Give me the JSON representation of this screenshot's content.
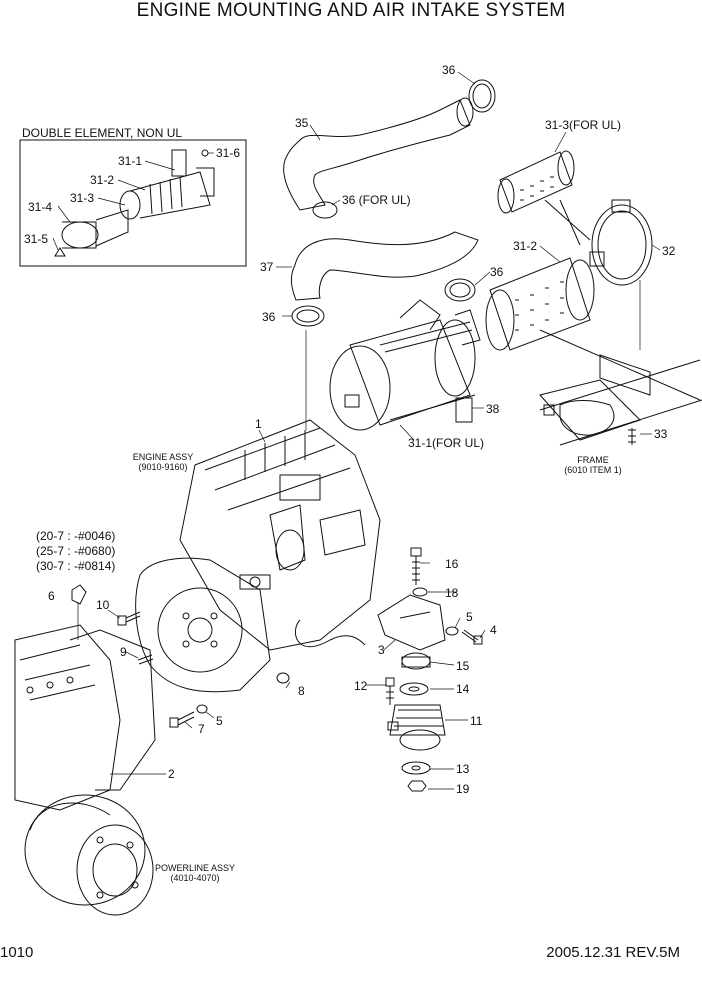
{
  "title": "ENGINE MOUNTING AND AIR INTAKE SYSTEM",
  "inset_title": "DOUBLE ELEMENT, NON UL",
  "page_number": "1010",
  "revision": "2005.12.31  REV.5M",
  "engine_assy": {
    "line1": "ENGINE ASSY",
    "line2": "(9010-9160)"
  },
  "frame": {
    "line1": "FRAME",
    "line2": "(6010 ITEM 1)"
  },
  "powerline": {
    "line1": "POWERLINE ASSY",
    "line2": "(4010-4070)"
  },
  "serial_notes": [
    "(20-7 : -#0046)",
    "(25-7 : -#0680)",
    "(30-7 : -#0814)"
  ],
  "callouts": {
    "c31_1": "31-1",
    "c31_2": "31-2",
    "c31_3": "31-3",
    "c31_4": "31-4",
    "c31_5": "31-5",
    "c31_6": "31-6",
    "c36a": "36",
    "c35": "35",
    "c31_3ul": "31-3(FOR UL)",
    "c36ul": "36 (FOR UL)",
    "c32": "32",
    "c31_2b": "31-2",
    "c37": "37",
    "c36b": "36",
    "c36c": "36",
    "c38": "38",
    "c31_1ul": "31-1(FOR UL)",
    "c33": "33",
    "c1": "1",
    "c6": "6",
    "c10": "10",
    "c9": "9",
    "c16": "16",
    "c18": "18",
    "c5a": "5",
    "c4": "4",
    "c3": "3",
    "c15": "15",
    "c12": "12",
    "c14": "14",
    "c11": "11",
    "c8": "8",
    "c5b": "5",
    "c7": "7",
    "c13": "13",
    "c19": "19",
    "c2": "2"
  }
}
